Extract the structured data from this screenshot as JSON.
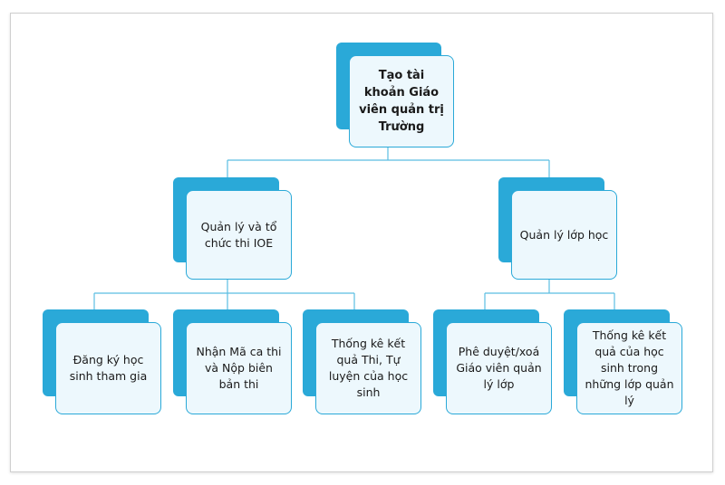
{
  "diagram": {
    "root": {
      "label": "Tạo tài khoản Giáo viên quản trị Trường"
    },
    "branches": [
      {
        "label": "Quản lý và tổ chức thi IOE",
        "children": [
          {
            "label": "Đăng ký học sinh tham gia"
          },
          {
            "label": "Nhận Mã ca thi và Nộp biên bản thi"
          },
          {
            "label": "Thống kê kết quả Thi, Tự luyện của học sinh"
          }
        ]
      },
      {
        "label": "Quản lý lớp học",
        "children": [
          {
            "label": "Phê duyệt/xoá Giáo viên quản lý lớp"
          },
          {
            "label": "Thống kê kết quả của học sinh trong những lớp quản lý"
          }
        ]
      }
    ],
    "colors": {
      "accent": "#2aa9d8",
      "box_fill": "#edf8fd",
      "text": "#1a1a1a"
    }
  }
}
